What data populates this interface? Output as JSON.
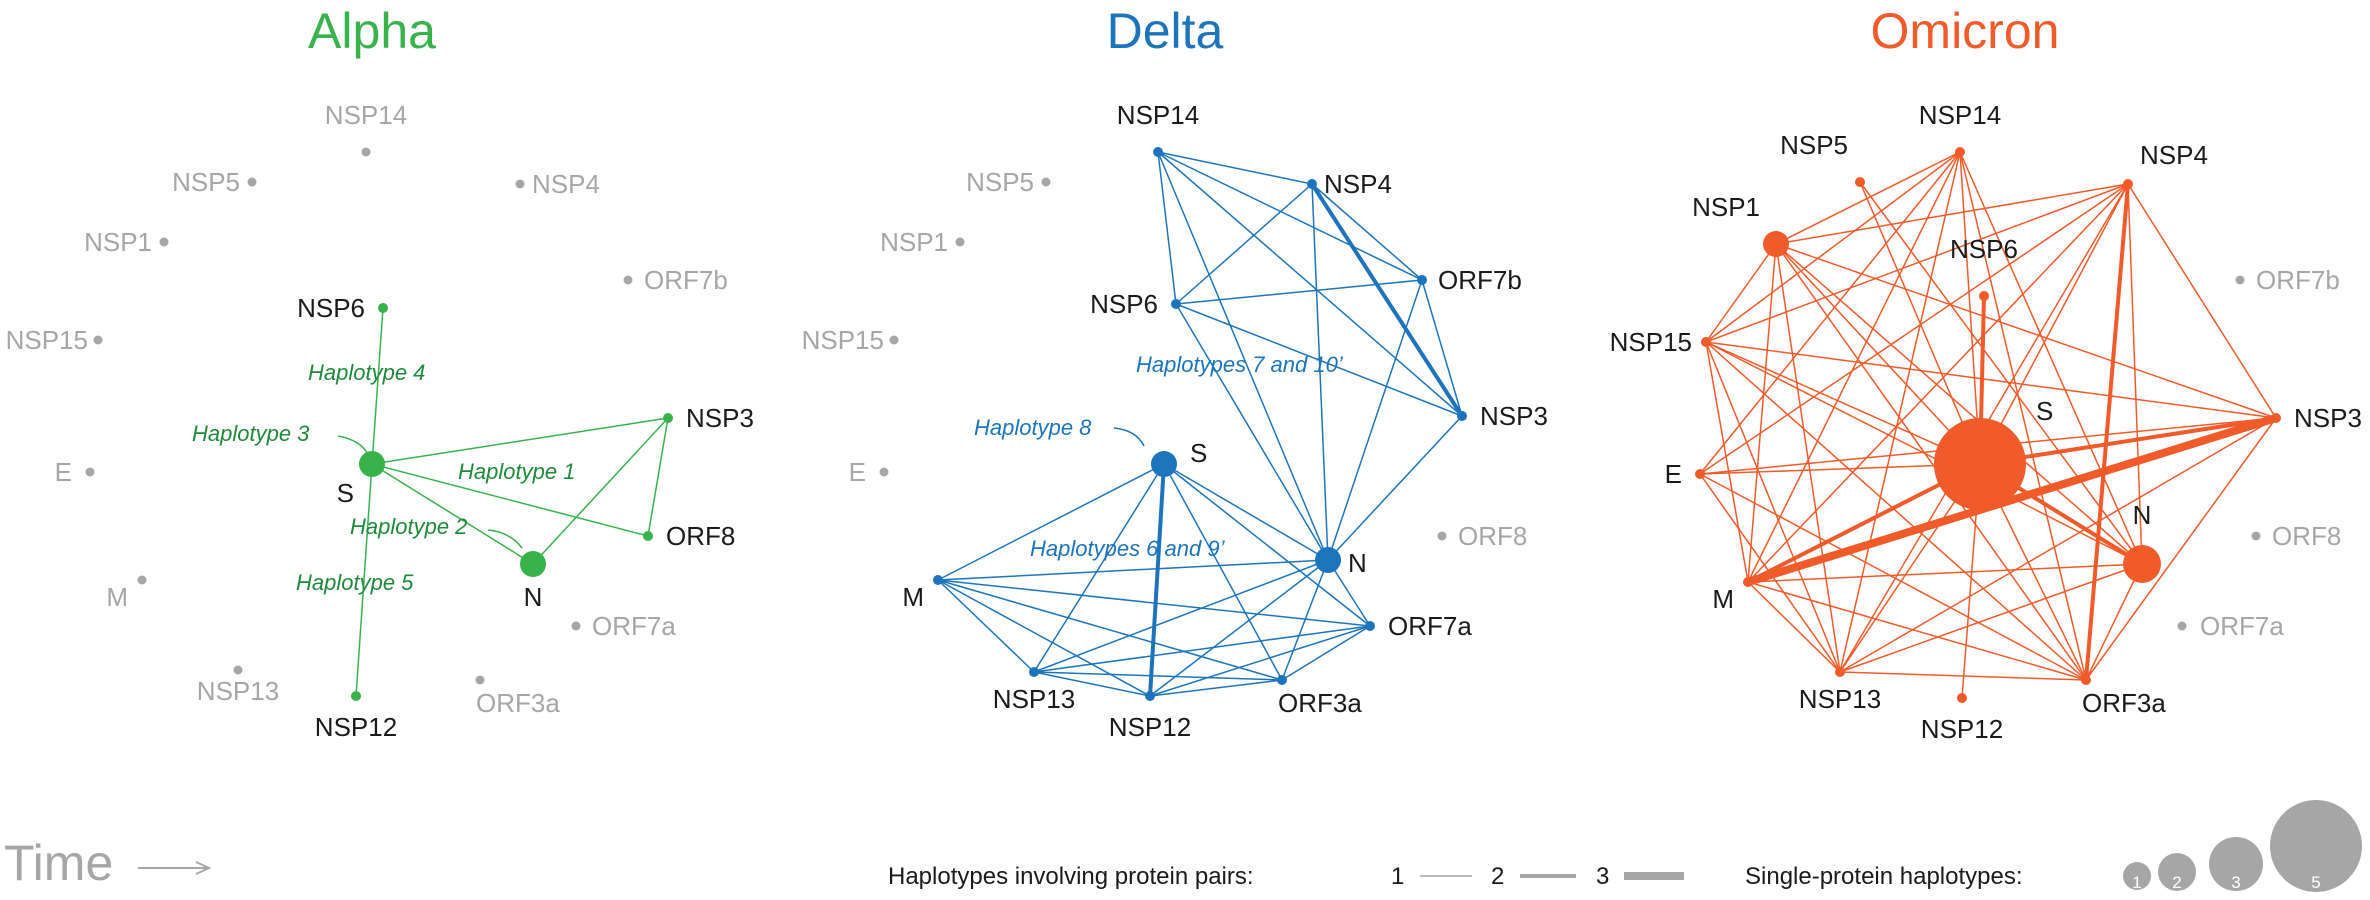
{
  "colors": {
    "alpha": "#37b34a",
    "alpha_dark": "#1f8a3a",
    "delta": "#1c75bc",
    "omicron": "#f15a29",
    "inactive": "#a6a6a6",
    "text": "#1a1a1a"
  },
  "panels": [
    {
      "id": "alpha",
      "title": "Alpha",
      "color_key": "alpha",
      "nodes": [
        {
          "id": "NSP14",
          "label": "NSP14",
          "active": false,
          "size": 0
        },
        {
          "id": "NSP5",
          "label": "NSP5",
          "active": false,
          "size": 0
        },
        {
          "id": "NSP4",
          "label": "NSP4",
          "active": false,
          "size": 0
        },
        {
          "id": "NSP1",
          "label": "NSP1",
          "active": false,
          "size": 0
        },
        {
          "id": "ORF7b",
          "label": "ORF7b",
          "active": false,
          "size": 0
        },
        {
          "id": "NSP15",
          "label": "NSP15",
          "active": false,
          "size": 0
        },
        {
          "id": "NSP6",
          "label": "NSP6",
          "active": true,
          "size": 0
        },
        {
          "id": "NSP3",
          "label": "NSP3",
          "active": true,
          "size": 0
        },
        {
          "id": "E",
          "label": "E",
          "active": false,
          "size": 0
        },
        {
          "id": "S",
          "label": "S",
          "active": true,
          "size": 1
        },
        {
          "id": "ORF8",
          "label": "ORF8",
          "active": true,
          "size": 0
        },
        {
          "id": "N",
          "label": "N",
          "active": true,
          "size": 1
        },
        {
          "id": "M",
          "label": "M",
          "active": false,
          "size": 0
        },
        {
          "id": "ORF7a",
          "label": "ORF7a",
          "active": false,
          "size": 0
        },
        {
          "id": "NSP13",
          "label": "NSP13",
          "active": false,
          "size": 0
        },
        {
          "id": "ORF3a",
          "label": "ORF3a",
          "active": false,
          "size": 0
        },
        {
          "id": "NSP12",
          "label": "NSP12",
          "active": true,
          "size": 0
        }
      ],
      "edges": [
        {
          "from": "S",
          "to": "NSP6",
          "weight": 1
        },
        {
          "from": "S",
          "to": "NSP12",
          "weight": 1
        },
        {
          "from": "S",
          "to": "NSP3",
          "weight": 1
        },
        {
          "from": "S",
          "to": "ORF8",
          "weight": 1
        },
        {
          "from": "S",
          "to": "N",
          "weight": 1
        },
        {
          "from": "N",
          "to": "NSP3",
          "weight": 1
        },
        {
          "from": "NSP3",
          "to": "ORF8",
          "weight": 1
        }
      ],
      "haplotype_labels": [
        "Haplotype 4",
        "Haplotype 3",
        "Haplotype 1",
        "Haplotype 2",
        "Haplotype 5"
      ]
    },
    {
      "id": "delta",
      "title": "Delta",
      "color_key": "delta",
      "nodes": [
        {
          "id": "NSP14",
          "label": "NSP14",
          "active": true,
          "size": 0
        },
        {
          "id": "NSP5",
          "label": "NSP5",
          "active": false,
          "size": 0
        },
        {
          "id": "NSP4",
          "label": "NSP4",
          "active": true,
          "size": 0
        },
        {
          "id": "NSP1",
          "label": "NSP1",
          "active": false,
          "size": 0
        },
        {
          "id": "ORF7b",
          "label": "ORF7b",
          "active": true,
          "size": 0
        },
        {
          "id": "NSP6",
          "label": "NSP6",
          "active": true,
          "size": 0
        },
        {
          "id": "NSP15",
          "label": "NSP15",
          "active": false,
          "size": 0
        },
        {
          "id": "NSP3",
          "label": "NSP3",
          "active": true,
          "size": 0
        },
        {
          "id": "S",
          "label": "S",
          "active": true,
          "size": 1
        },
        {
          "id": "E",
          "label": "E",
          "active": false,
          "size": 0
        },
        {
          "id": "ORF8",
          "label": "ORF8",
          "active": false,
          "size": 0
        },
        {
          "id": "N",
          "label": "N",
          "active": true,
          "size": 1
        },
        {
          "id": "M",
          "label": "M",
          "active": true,
          "size": 0
        },
        {
          "id": "ORF7a",
          "label": "ORF7a",
          "active": true,
          "size": 0
        },
        {
          "id": "NSP13",
          "label": "NSP13",
          "active": true,
          "size": 0
        },
        {
          "id": "ORF3a",
          "label": "ORF3a",
          "active": true,
          "size": 0
        },
        {
          "id": "NSP12",
          "label": "NSP12",
          "active": true,
          "size": 0
        }
      ],
      "edges": [
        {
          "from": "NSP14",
          "to": "NSP4",
          "weight": 1
        },
        {
          "from": "NSP14",
          "to": "ORF7b",
          "weight": 1
        },
        {
          "from": "NSP14",
          "to": "NSP6",
          "weight": 1
        },
        {
          "from": "NSP14",
          "to": "NSP3",
          "weight": 1
        },
        {
          "from": "NSP14",
          "to": "N",
          "weight": 1
        },
        {
          "from": "NSP4",
          "to": "ORF7b",
          "weight": 1
        },
        {
          "from": "NSP4",
          "to": "NSP6",
          "weight": 1
        },
        {
          "from": "NSP4",
          "to": "NSP3",
          "weight": 2
        },
        {
          "from": "NSP4",
          "to": "N",
          "weight": 1
        },
        {
          "from": "ORF7b",
          "to": "NSP6",
          "weight": 1
        },
        {
          "from": "ORF7b",
          "to": "NSP3",
          "weight": 1
        },
        {
          "from": "ORF7b",
          "to": "N",
          "weight": 1
        },
        {
          "from": "NSP6",
          "to": "NSP3",
          "weight": 1
        },
        {
          "from": "NSP6",
          "to": "N",
          "weight": 1
        },
        {
          "from": "NSP3",
          "to": "N",
          "weight": 1
        },
        {
          "from": "S",
          "to": "M",
          "weight": 1
        },
        {
          "from": "S",
          "to": "NSP13",
          "weight": 1
        },
        {
          "from": "S",
          "to": "NSP12",
          "weight": 2
        },
        {
          "from": "S",
          "to": "ORF3a",
          "weight": 1
        },
        {
          "from": "S",
          "to": "ORF7a",
          "weight": 1
        },
        {
          "from": "S",
          "to": "N",
          "weight": 1
        },
        {
          "from": "M",
          "to": "NSP13",
          "weight": 1
        },
        {
          "from": "M",
          "to": "NSP12",
          "weight": 1
        },
        {
          "from": "M",
          "to": "ORF3a",
          "weight": 1
        },
        {
          "from": "M",
          "to": "ORF7a",
          "weight": 1
        },
        {
          "from": "M",
          "to": "N",
          "weight": 1
        },
        {
          "from": "NSP13",
          "to": "NSP12",
          "weight": 1
        },
        {
          "from": "NSP13",
          "to": "ORF3a",
          "weight": 1
        },
        {
          "from": "NSP13",
          "to": "ORF7a",
          "weight": 1
        },
        {
          "from": "NSP13",
          "to": "N",
          "weight": 1
        },
        {
          "from": "NSP12",
          "to": "ORF3a",
          "weight": 1
        },
        {
          "from": "NSP12",
          "to": "ORF7a",
          "weight": 1
        },
        {
          "from": "NSP12",
          "to": "N",
          "weight": 1
        },
        {
          "from": "ORF3a",
          "to": "ORF7a",
          "weight": 1
        },
        {
          "from": "ORF3a",
          "to": "N",
          "weight": 1
        },
        {
          "from": "ORF7a",
          "to": "N",
          "weight": 1
        }
      ],
      "haplotype_labels": [
        "Haplotypes 7 and 10’",
        "Haplotype 8",
        "Haplotypes 6 and 9’"
      ]
    },
    {
      "id": "omicron",
      "title": "Omicron",
      "color_key": "omicron",
      "nodes": [
        {
          "id": "NSP14",
          "label": "NSP14",
          "active": true,
          "size": 0
        },
        {
          "id": "NSP5",
          "label": "NSP5",
          "active": true,
          "size": 0
        },
        {
          "id": "NSP4",
          "label": "NSP4",
          "active": true,
          "size": 0
        },
        {
          "id": "NSP1",
          "label": "NSP1",
          "active": true,
          "size": 1
        },
        {
          "id": "NSP6",
          "label": "NSP6",
          "active": true,
          "size": 0
        },
        {
          "id": "ORF7b",
          "label": "ORF7b",
          "active": false,
          "size": 0
        },
        {
          "id": "NSP15",
          "label": "NSP15",
          "active": true,
          "size": 0
        },
        {
          "id": "S",
          "label": "S",
          "active": true,
          "size": 5
        },
        {
          "id": "NSP3",
          "label": "NSP3",
          "active": true,
          "size": 0
        },
        {
          "id": "E",
          "label": "E",
          "active": true,
          "size": 0
        },
        {
          "id": "N",
          "label": "N",
          "active": true,
          "size": 2
        },
        {
          "id": "ORF8",
          "label": "ORF8",
          "active": false,
          "size": 0
        },
        {
          "id": "M",
          "label": "M",
          "active": true,
          "size": 0
        },
        {
          "id": "ORF7a",
          "label": "ORF7a",
          "active": false,
          "size": 0
        },
        {
          "id": "NSP13",
          "label": "NSP13",
          "active": true,
          "size": 0
        },
        {
          "id": "NSP12",
          "label": "NSP12",
          "active": true,
          "size": 0
        },
        {
          "id": "ORF3a",
          "label": "ORF3a",
          "active": true,
          "size": 0
        }
      ],
      "edges": [
        {
          "from": "S",
          "to": "NSP6",
          "weight": 2
        },
        {
          "from": "S",
          "to": "NSP3",
          "weight": 2
        },
        {
          "from": "S",
          "to": "M",
          "weight": 2
        },
        {
          "from": "S",
          "to": "N",
          "weight": 2
        },
        {
          "from": "S",
          "to": "NSP14",
          "weight": 1
        },
        {
          "from": "S",
          "to": "NSP4",
          "weight": 1
        },
        {
          "from": "S",
          "to": "NSP1",
          "weight": 1
        },
        {
          "from": "S",
          "to": "NSP15",
          "weight": 1
        },
        {
          "from": "S",
          "to": "E",
          "weight": 1
        },
        {
          "from": "S",
          "to": "NSP13",
          "weight": 1
        },
        {
          "from": "S",
          "to": "NSP12",
          "weight": 1
        },
        {
          "from": "S",
          "to": "ORF3a",
          "weight": 1
        },
        {
          "from": "S",
          "to": "NSP5",
          "weight": 1
        },
        {
          "from": "NSP4",
          "to": "ORF3a",
          "weight": 2
        },
        {
          "from": "NSP4",
          "to": "M",
          "weight": 1
        },
        {
          "from": "NSP4",
          "to": "NSP1",
          "weight": 1
        },
        {
          "from": "NSP4",
          "to": "NSP15",
          "weight": 1
        },
        {
          "from": "NSP4",
          "to": "E",
          "weight": 1
        },
        {
          "from": "NSP4",
          "to": "NSP13",
          "weight": 1
        },
        {
          "from": "NSP4",
          "to": "NSP3",
          "weight": 1
        },
        {
          "from": "NSP4",
          "to": "N",
          "weight": 1
        },
        {
          "from": "M",
          "to": "NSP3",
          "weight": 3
        },
        {
          "from": "M",
          "to": "NSP14",
          "weight": 1
        },
        {
          "from": "M",
          "to": "NSP1",
          "weight": 1
        },
        {
          "from": "M",
          "to": "NSP15",
          "weight": 1
        },
        {
          "from": "M",
          "to": "NSP13",
          "weight": 1
        },
        {
          "from": "M",
          "to": "ORF3a",
          "weight": 1
        },
        {
          "from": "M",
          "to": "N",
          "weight": 1
        },
        {
          "from": "NSP1",
          "to": "NSP14",
          "weight": 1
        },
        {
          "from": "NSP1",
          "to": "NSP3",
          "weight": 1
        },
        {
          "from": "NSP1",
          "to": "ORF3a",
          "weight": 1
        },
        {
          "from": "NSP1",
          "to": "N",
          "weight": 1
        },
        {
          "from": "NSP1",
          "to": "NSP13",
          "weight": 1
        },
        {
          "from": "NSP1",
          "to": "NSP15",
          "weight": 1
        },
        {
          "from": "NSP15",
          "to": "NSP3",
          "weight": 1
        },
        {
          "from": "NSP15",
          "to": "N",
          "weight": 1
        },
        {
          "from": "NSP15",
          "to": "ORF3a",
          "weight": 1
        },
        {
          "from": "NSP15",
          "to": "NSP14",
          "weight": 1
        },
        {
          "from": "NSP15",
          "to": "NSP13",
          "weight": 1
        },
        {
          "from": "NSP14",
          "to": "NSP13",
          "weight": 1
        },
        {
          "from": "NSP14",
          "to": "ORF3a",
          "weight": 1
        },
        {
          "from": "NSP14",
          "to": "E",
          "weight": 1
        },
        {
          "from": "NSP14",
          "to": "N",
          "weight": 1
        },
        {
          "from": "E",
          "to": "NSP3",
          "weight": 1
        },
        {
          "from": "E",
          "to": "ORF3a",
          "weight": 1
        },
        {
          "from": "E",
          "to": "NSP13",
          "weight": 1
        },
        {
          "from": "NSP3",
          "to": "NSP13",
          "weight": 1
        },
        {
          "from": "NSP3",
          "to": "ORF3a",
          "weight": 1
        },
        {
          "from": "NSP13",
          "to": "ORF3a",
          "weight": 1
        },
        {
          "from": "N",
          "to": "ORF3a",
          "weight": 1
        },
        {
          "from": "N",
          "to": "NSP13",
          "weight": 1
        },
        {
          "from": "NSP5",
          "to": "N",
          "weight": 1
        }
      ],
      "haplotype_labels": []
    }
  ],
  "legend": {
    "time_label": "Time",
    "pairs_label": "Haplotypes involving protein pairs:",
    "pair_weights": [
      "1",
      "2",
      "3"
    ],
    "single_label": "Single-protein haplotypes:",
    "single_sizes": [
      "1",
      "2",
      "3",
      "5"
    ]
  }
}
